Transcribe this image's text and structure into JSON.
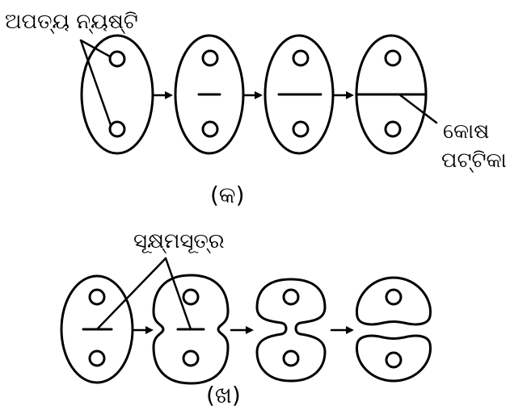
{
  "panel_a": {
    "label_nuclei": "ଅପତ୍ୟ ନ୍ୟଷ୍ଟି",
    "label_plate_line1": "କୋଷ",
    "label_plate_line2": "ପଟ୍ଟିକା",
    "caption": "(କ)"
  },
  "panel_b": {
    "label_spindle": "ସୂକ୍ଷ୍ମସୂତ୍ର",
    "caption": "(ଖ)"
  }
}
